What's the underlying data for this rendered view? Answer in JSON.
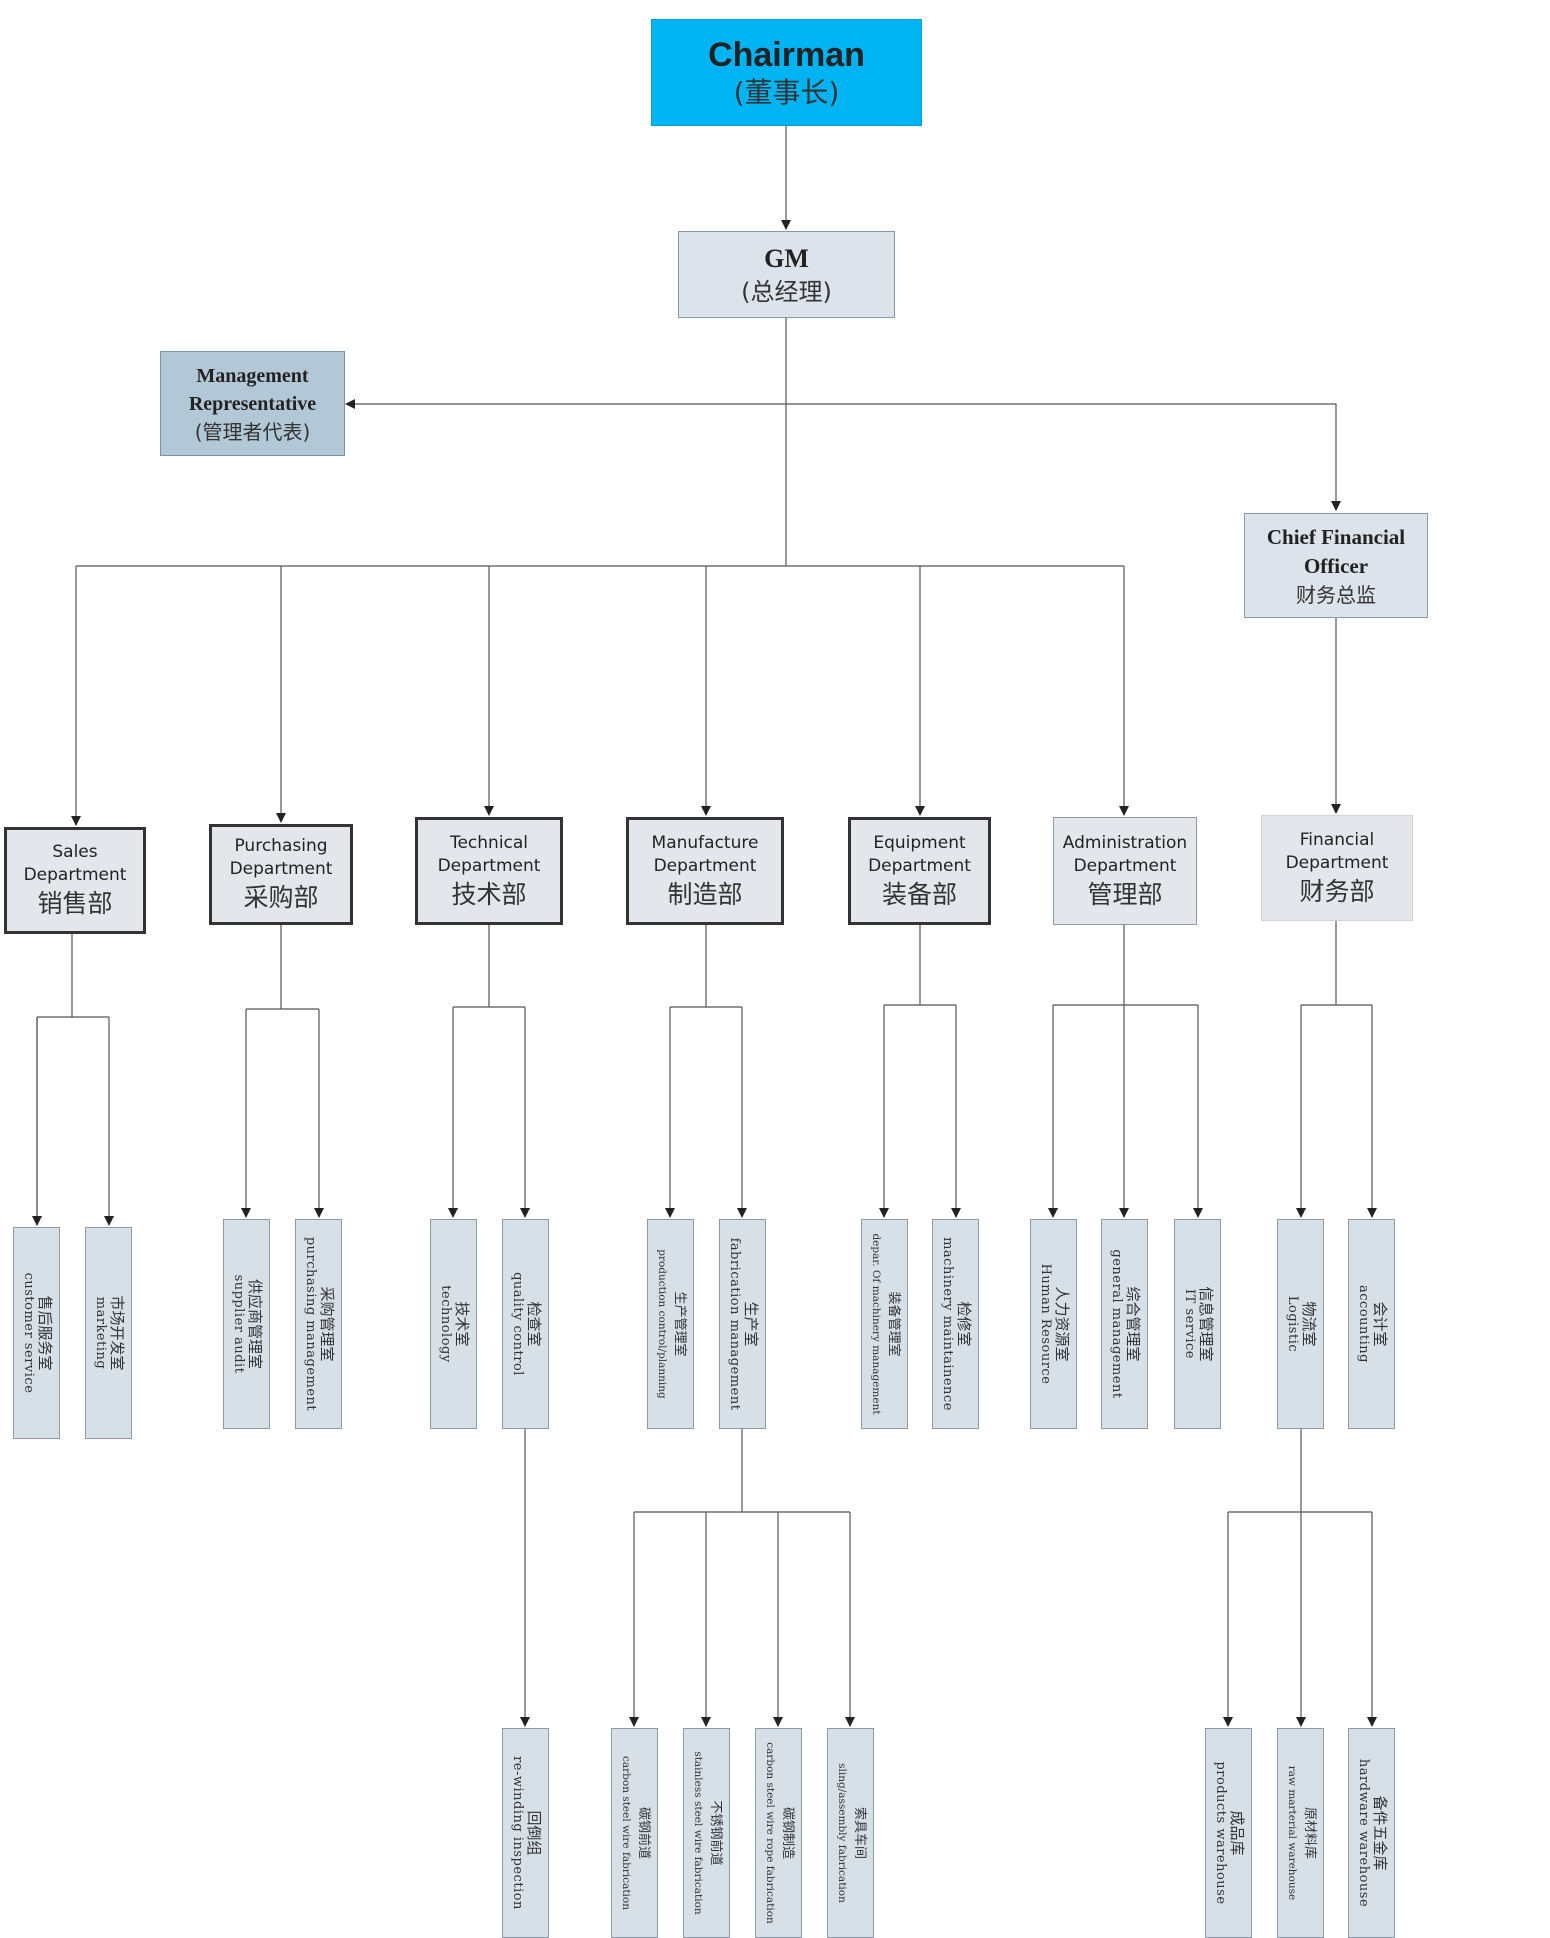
{
  "chairman": {
    "en": "Chairman",
    "zh": "(董事长)"
  },
  "gm": {
    "en": "GM",
    "zh": "(总经理)"
  },
  "management_representative": {
    "en1": "Management",
    "en2": "Representative",
    "zh": "(管理者代表)"
  },
  "cfo": {
    "en1": "Chief Financial",
    "en2": "Officer",
    "zh": "财务总监"
  },
  "departments": [
    {
      "en1": "Sales",
      "en2": "Department",
      "zh": "销售部"
    },
    {
      "en1": "Purchasing",
      "en2": "Department",
      "zh": "采购部"
    },
    {
      "en1": "Technical",
      "en2": "Department",
      "zh": "技术部"
    },
    {
      "en1": "Manufacture",
      "en2": "Department",
      "zh": "制造部"
    },
    {
      "en1": "Equipment",
      "en2": "Department",
      "zh": "装备部"
    },
    {
      "en1": "Administration",
      "en2": "Department",
      "zh": "管理部"
    },
    {
      "en1": "Financial",
      "en2": "Department",
      "zh": "财务部"
    }
  ],
  "sections": [
    {
      "zh": "售后服务室",
      "en": "customer service"
    },
    {
      "zh": "市场开发室",
      "en": "marketing"
    },
    {
      "zh": "供应商管理室",
      "en": "supplier audit"
    },
    {
      "zh": "采购管理室",
      "en": "purchasing management"
    },
    {
      "zh": "技术室",
      "en": "technology"
    },
    {
      "zh": "检查室",
      "en": "quality control"
    },
    {
      "zh": "生产管理室",
      "en": "production control/planning"
    },
    {
      "zh": "生产室",
      "en": "fabrication management"
    },
    {
      "zh": "装备管理室",
      "en": "depar. Of machinery management"
    },
    {
      "zh": "检修室",
      "en": "machinery maintainence"
    },
    {
      "zh": "人力资源室",
      "en": "Human Resource"
    },
    {
      "zh": "综合管理室",
      "en": "general management"
    },
    {
      "zh": "信息管理室",
      "en": "IT service"
    },
    {
      "zh": "物流室",
      "en": "Logistic"
    },
    {
      "zh": "会计室",
      "en": "accounting"
    }
  ],
  "units": [
    {
      "zh": "回倒组",
      "en": "re-winding inspection"
    },
    {
      "zh": "碳钢前道",
      "en": "carbon steel wire fabrication"
    },
    {
      "zh": "不锈钢前道",
      "en": "stainless steel wire fabrication"
    },
    {
      "zh": "碳钢制造",
      "en": "carbon steel wire rope fabrication"
    },
    {
      "zh": "索具车间",
      "en": "sling/assembly fabrication"
    },
    {
      "zh": "成品库",
      "en": "products warehouse"
    },
    {
      "zh": "原材料库",
      "en": "raw marterial warehouse"
    },
    {
      "zh": "备件五金库",
      "en": "hardware warehouse"
    }
  ]
}
